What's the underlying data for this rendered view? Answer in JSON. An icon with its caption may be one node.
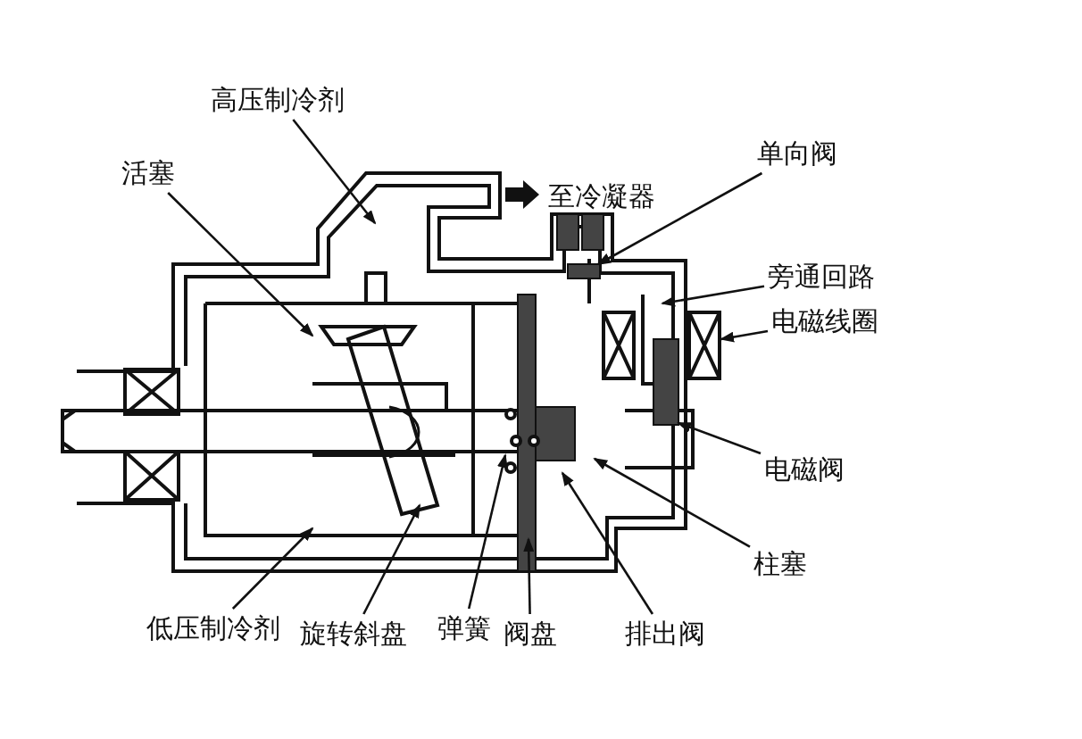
{
  "diagram": {
    "nodes": [
      {
        "text": [
          "高压制冷剂"
        ]
      },
      {
        "text": [
          "活塞"
        ]
      },
      {
        "text": [
          "单向阀"
        ]
      },
      {
        "text": [
          "旁通回路"
        ]
      },
      {
        "text": [
          "电磁线圈"
        ]
      },
      {
        "text": [
          "电磁阀"
        ]
      },
      {
        "text": [
          "柱塞"
        ]
      },
      {
        "text": [
          "低压制冷剂"
        ]
      },
      {
        "text": [
          "旋转斜盘"
        ]
      },
      {
        "text": [
          "弹簧"
        ]
      },
      {
        "text": [
          "阀盘"
        ]
      },
      {
        "text": [
          "排出阀"
        ]
      }
    ],
    "edges": [
      {
        "from": 0,
        "to": null,
        "arrow": "to"
      },
      {
        "from": 1,
        "to": null,
        "arrow": "to"
      },
      {
        "from": 2,
        "to": null,
        "arrow": "to"
      },
      {
        "from": 3,
        "to": null,
        "arrow": "to"
      },
      {
        "from": 4,
        "to": null,
        "arrow": "to"
      },
      {
        "from": 5,
        "to": null,
        "arrow": "to"
      },
      {
        "from": 6,
        "to": null,
        "arrow": "to"
      },
      {
        "from": 7,
        "to": null,
        "arrow": "to"
      },
      {
        "from": 8,
        "to": null,
        "arrow": "to"
      },
      {
        "from": 9,
        "to": null,
        "arrow": "to"
      },
      {
        "from": 10,
        "to": null,
        "arrow": "to"
      },
      {
        "from": 11,
        "to": null,
        "arrow": "to"
      }
    ],
    "labels": [
      "至冷凝器"
    ]
  }
}
